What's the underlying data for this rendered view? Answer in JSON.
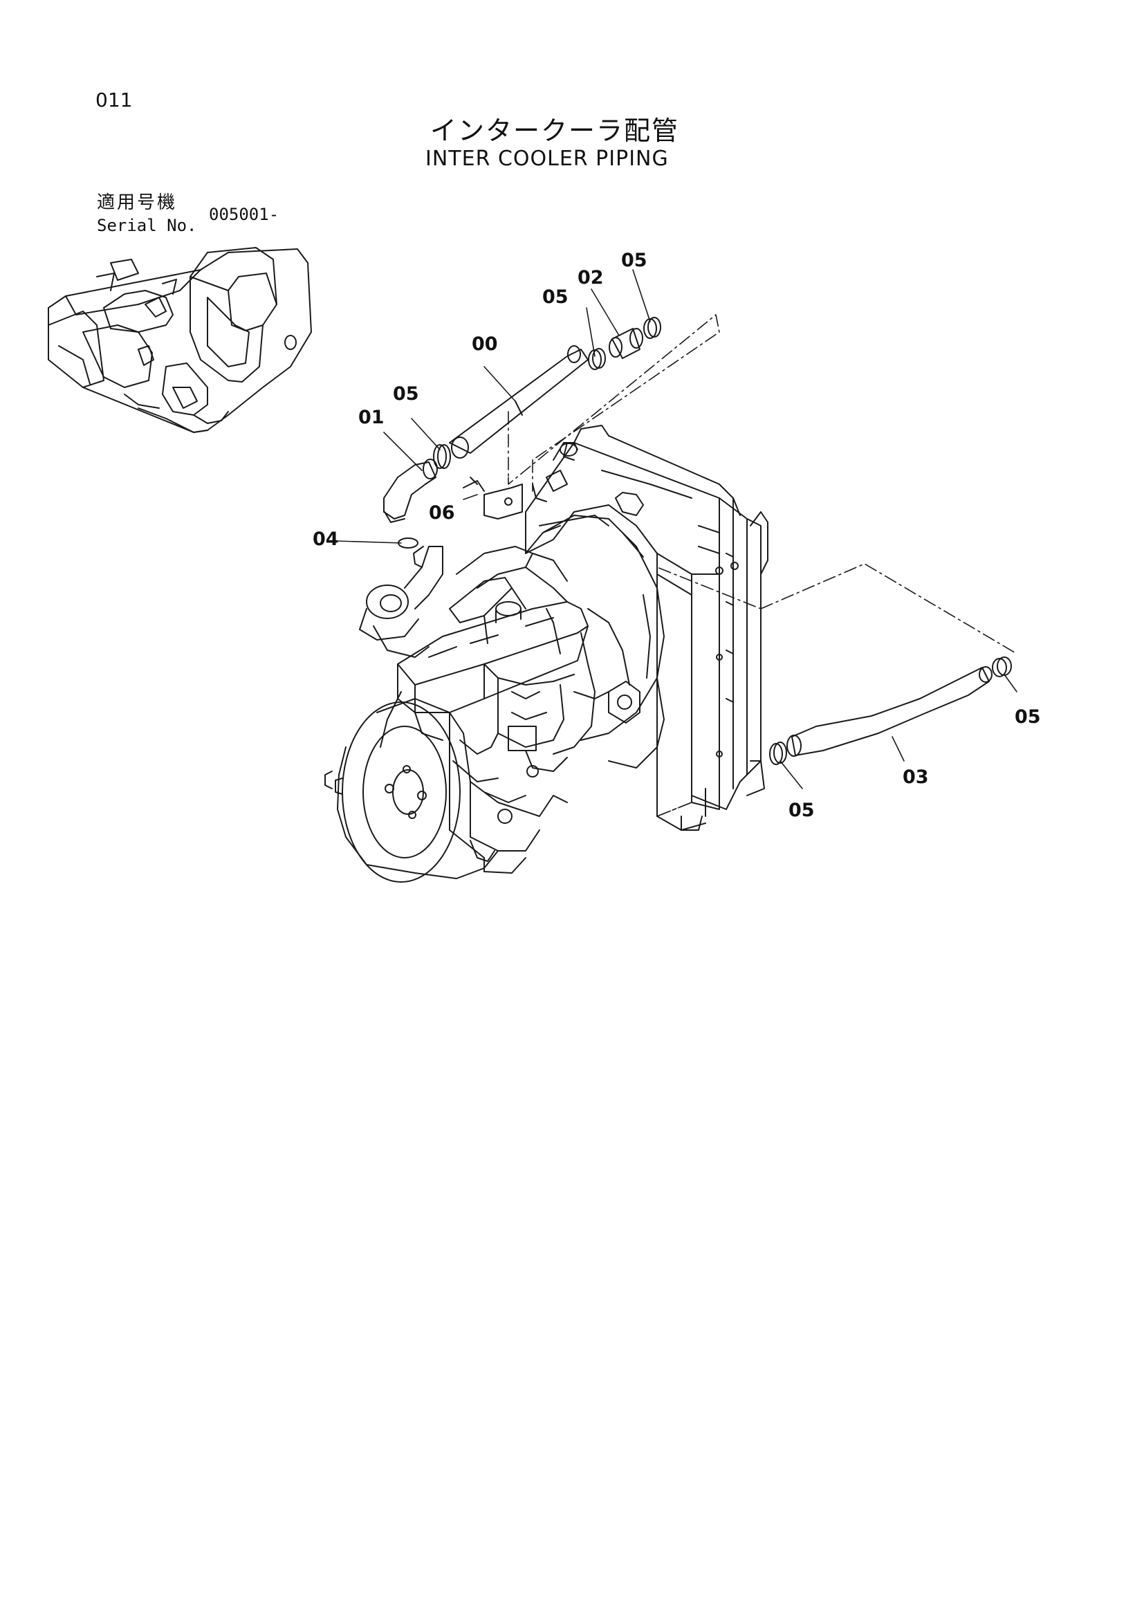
{
  "page_number": "011",
  "title_jp": "インタークーラ配管",
  "title_en": "INTER COOLER PIPING",
  "serial": {
    "label_jp": "適用号機",
    "label_en": "Serial No.",
    "value": "005001-"
  },
  "callouts": {
    "c00": "00",
    "c01": "01",
    "c02": "02",
    "c03": "03",
    "c04": "04",
    "c05a": "05",
    "c05b": "05",
    "c05c": "05",
    "c05d": "05",
    "c05e": "05",
    "c06": "06"
  }
}
